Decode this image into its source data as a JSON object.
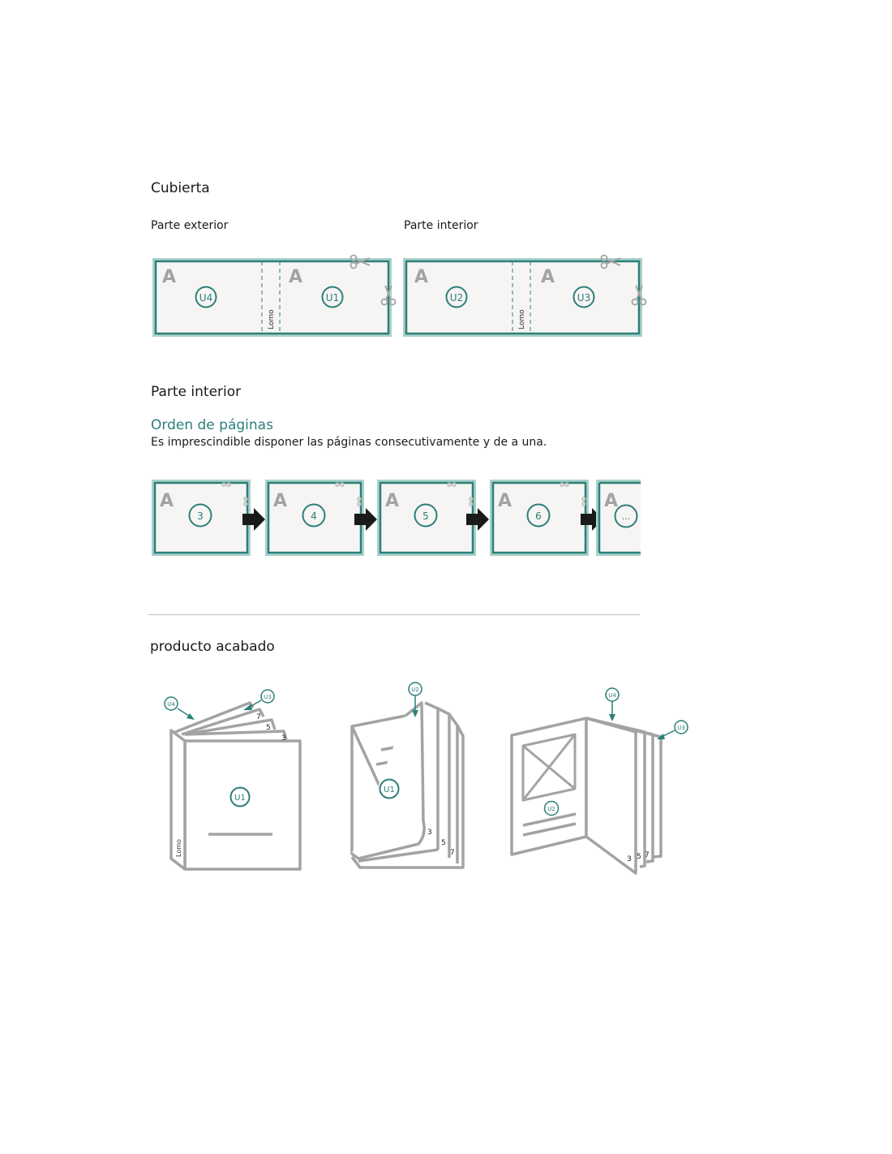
{
  "cubierta": {
    "title": "Cubierta",
    "exterior_label": "Parte exterior",
    "interior_label": "Parte interior",
    "exterior_pages": [
      "U4",
      "U1"
    ],
    "interior_pages": [
      "U2",
      "U3"
    ],
    "spine_label": "Lomo",
    "corner_letter": "A"
  },
  "interior": {
    "title": "Parte interior",
    "order_title": "Orden de páginas",
    "order_desc": "Es imprescindible disponer las páginas consecutivamente y de a una.",
    "pages": [
      "3",
      "4",
      "5",
      "6",
      "..."
    ],
    "corner_letter": "A"
  },
  "producto": {
    "title": "producto acabado",
    "book1": {
      "u4": "U4",
      "u3": "U3",
      "u1": "U1",
      "spine": "Lomo",
      "pages": [
        "7",
        "5",
        "3"
      ]
    },
    "book2": {
      "u2": "U2",
      "u1": "U1",
      "pages": [
        "3",
        "5",
        "7"
      ]
    },
    "book3": {
      "u4": "U4",
      "u3": "U3",
      "u2": "U2",
      "pages": [
        "3",
        "5",
        "7"
      ]
    }
  },
  "colors": {
    "teal": "#2c7f7a",
    "teal_light": "#a9d2c9",
    "paper": "#f6f5f3",
    "gray": "#a3a3a3",
    "arrow": "#1a1a1a"
  }
}
